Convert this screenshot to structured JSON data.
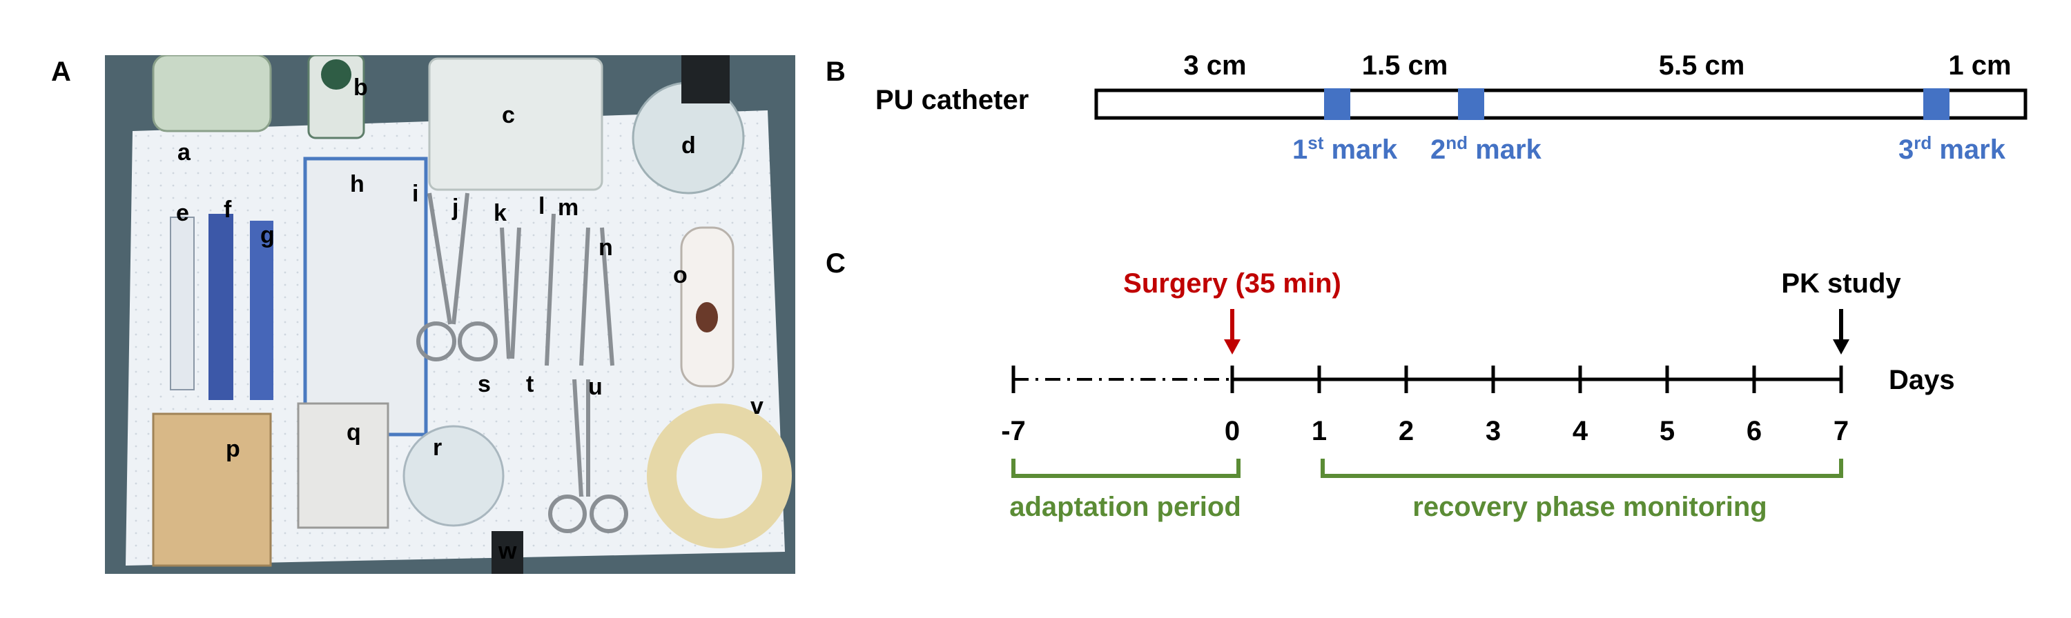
{
  "panels": {
    "a": "A",
    "b": "B",
    "c": "C"
  },
  "photo": {
    "item_labels": [
      "a",
      "b",
      "c",
      "d",
      "e",
      "f",
      "g",
      "h",
      "i",
      "j",
      "k",
      "l",
      "m",
      "n",
      "o",
      "p",
      "q",
      "r",
      "s",
      "t",
      "u",
      "v",
      "w"
    ]
  },
  "catheter": {
    "label": "PU catheter",
    "segments": [
      "3 cm",
      "1.5 cm",
      "5.5 cm",
      "1 cm"
    ],
    "marks": [
      {
        "num": "1",
        "sup": "st",
        "word": " mark"
      },
      {
        "num": "2",
        "sup": "nd",
        "word": " mark"
      },
      {
        "num": "3",
        "sup": "rd",
        "word": " mark"
      }
    ]
  },
  "timeline": {
    "surgery_label": "Surgery (35 min)",
    "pk_label": "PK study",
    "axis_label": "Days",
    "ticks": [
      "-7",
      "0",
      "1",
      "2",
      "3",
      "4",
      "5",
      "6",
      "7"
    ],
    "adaptation_label": "adaptation period",
    "recovery_label": "recovery phase monitoring"
  },
  "colors": {
    "mark_blue": "#4472C4",
    "surgery_red": "#C00000",
    "period_green": "#5B8C35"
  }
}
